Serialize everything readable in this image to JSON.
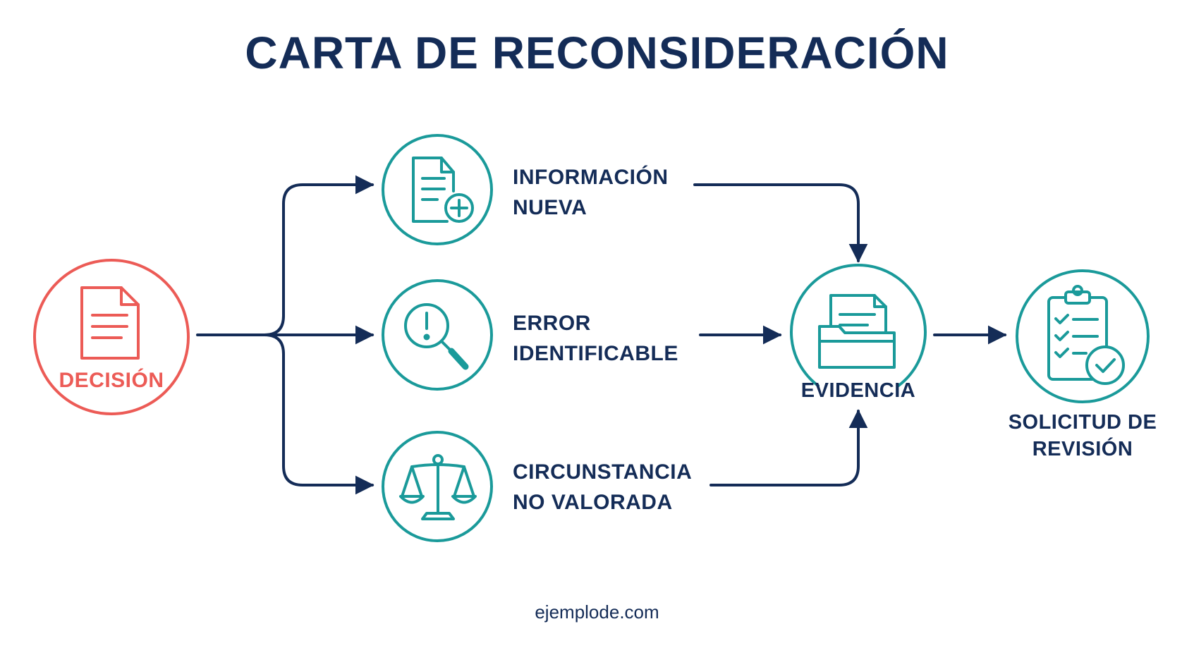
{
  "title": "CARTA DE RECONSIDERACIÓN",
  "decision": {
    "label": "DECISIÓN",
    "icon": "document-icon"
  },
  "branches": [
    {
      "line1": "INFORMACIÓN",
      "line2": "NUEVA",
      "icon": "document-plus-icon"
    },
    {
      "line1": "ERROR",
      "line2": "IDENTIFICABLE",
      "icon": "magnifier-alert-icon"
    },
    {
      "line1": "CIRCUNSTANCIA",
      "line2": "NO VALORADA",
      "icon": "scales-icon"
    }
  ],
  "evidence": {
    "label": "EVIDENCIA",
    "icon": "folder-icon"
  },
  "result": {
    "line1": "SOLICITUD DE",
    "line2": "REVISIÓN",
    "icon": "clipboard-check-icon"
  },
  "footer": "ejemplode.com",
  "colors": {
    "navy": "#142c57",
    "teal": "#1a9a9a",
    "red": "#ec5b56"
  }
}
